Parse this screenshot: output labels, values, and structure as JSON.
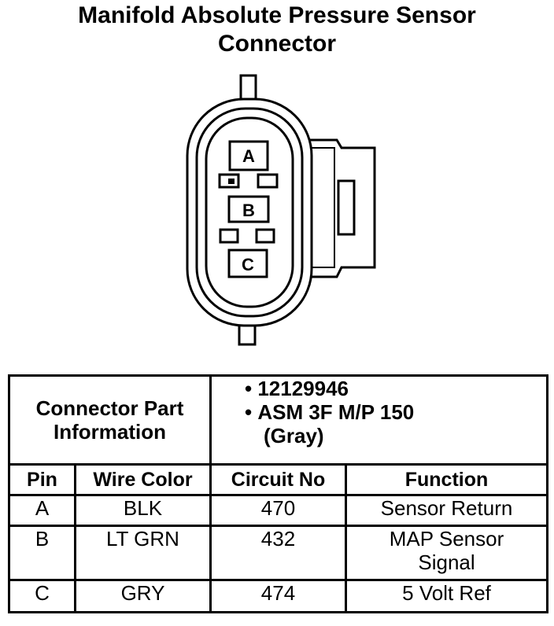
{
  "title": {
    "line1": "Manifold Absolute Pressure Sensor",
    "line2": "Connector"
  },
  "connector": {
    "pin_labels": [
      "A",
      "B",
      "C"
    ]
  },
  "part_info": {
    "label_line1": "Connector Part",
    "label_line2": "Information",
    "part_number": "12129946",
    "description_line1": "ASM 3F M/P 150",
    "description_line2": "(Gray)"
  },
  "table": {
    "headers": [
      "Pin",
      "Wire Color",
      "Circuit No",
      "Function"
    ],
    "rows": [
      {
        "pin": "A",
        "wire_color": "BLK",
        "circuit_no": "470",
        "function_line1": "Sensor Return",
        "function_line2": ""
      },
      {
        "pin": "B",
        "wire_color": "LT GRN",
        "circuit_no": "432",
        "function_line1": "MAP Sensor",
        "function_line2": "Signal"
      },
      {
        "pin": "C",
        "wire_color": "GRY",
        "circuit_no": "474",
        "function_line1": "5 Volt Ref",
        "function_line2": ""
      }
    ]
  }
}
